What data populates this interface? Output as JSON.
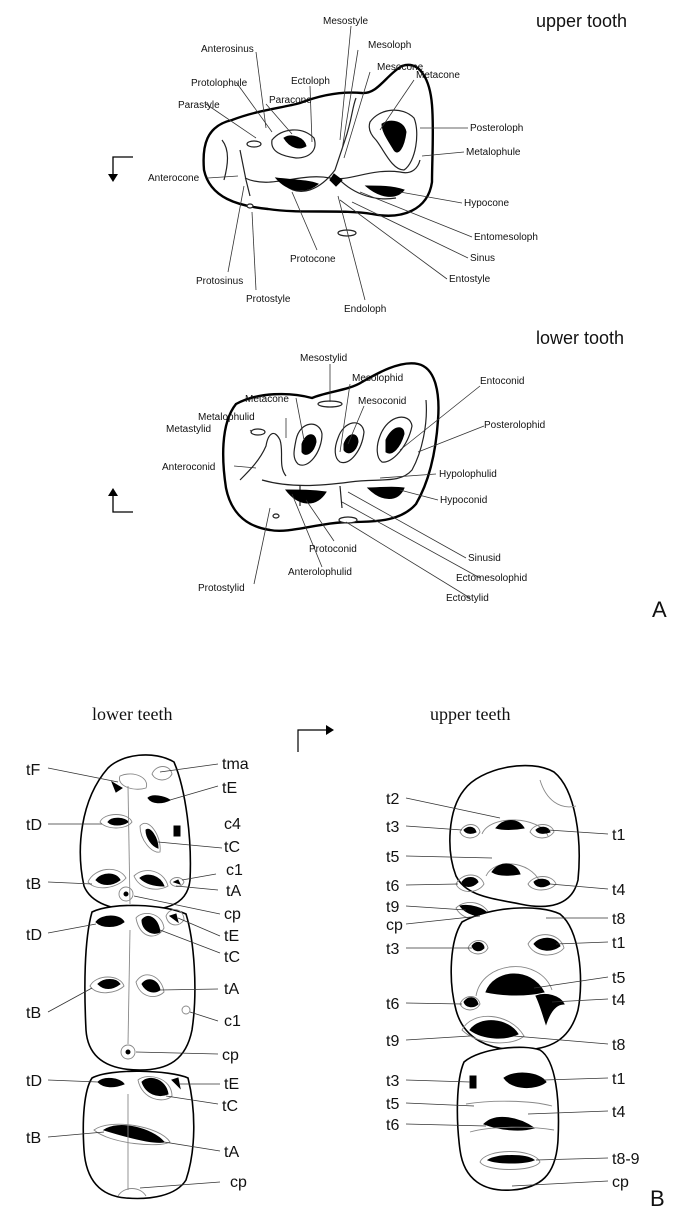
{
  "panelA": {
    "upper_caption": "upper tooth",
    "lower_caption": "lower tooth",
    "panel_letter": "A",
    "upper_labels": [
      "Mesostyle",
      "Mesoloph",
      "Mesocone",
      "Metacone",
      "Anterosinus",
      "Ectoloph",
      "Protolophule",
      "Paracone",
      "Parastyle",
      "Posteroloph",
      "Metalophule",
      "Anterocone",
      "Hypocone",
      "Entomesoloph",
      "Sinus",
      "Protocone",
      "Entostyle",
      "Protosinus",
      "Protostyle",
      "Endoloph"
    ],
    "lower_labels": [
      "Mesostylid",
      "Mesolophid",
      "Entoconid",
      "Metacone",
      "Mesoconid",
      "Metalophulid",
      "Posterolophid",
      "Metastylid",
      "Hypolophulid",
      "Anteroconid",
      "Hypoconid",
      "Protoconid",
      "Sinusid",
      "Anterolophulid",
      "Ectomesolophid",
      "Protostylid",
      "Ectostylid"
    ]
  },
  "panelB": {
    "lower_caption": "lower teeth",
    "upper_caption": "upper teeth",
    "panel_letter": "B",
    "lower_labels": [
      "tF",
      "tma",
      "tE",
      "tD",
      "c4",
      "tC",
      "tB",
      "c1",
      "tA",
      "cp",
      "tD",
      "tE",
      "tC",
      "tA",
      "tB",
      "c1",
      "cp",
      "tD",
      "tE",
      "tC",
      "tB",
      "tA",
      "cp"
    ],
    "upper_labels": [
      "t2",
      "t3",
      "t1",
      "t5",
      "t6",
      "t4",
      "t9",
      "cp",
      "t8",
      "t3",
      "t1",
      "t5",
      "t6",
      "t4",
      "t9",
      "t8",
      "t3",
      "t1",
      "t5",
      "t4",
      "t6",
      "t8-9",
      "cp"
    ]
  }
}
